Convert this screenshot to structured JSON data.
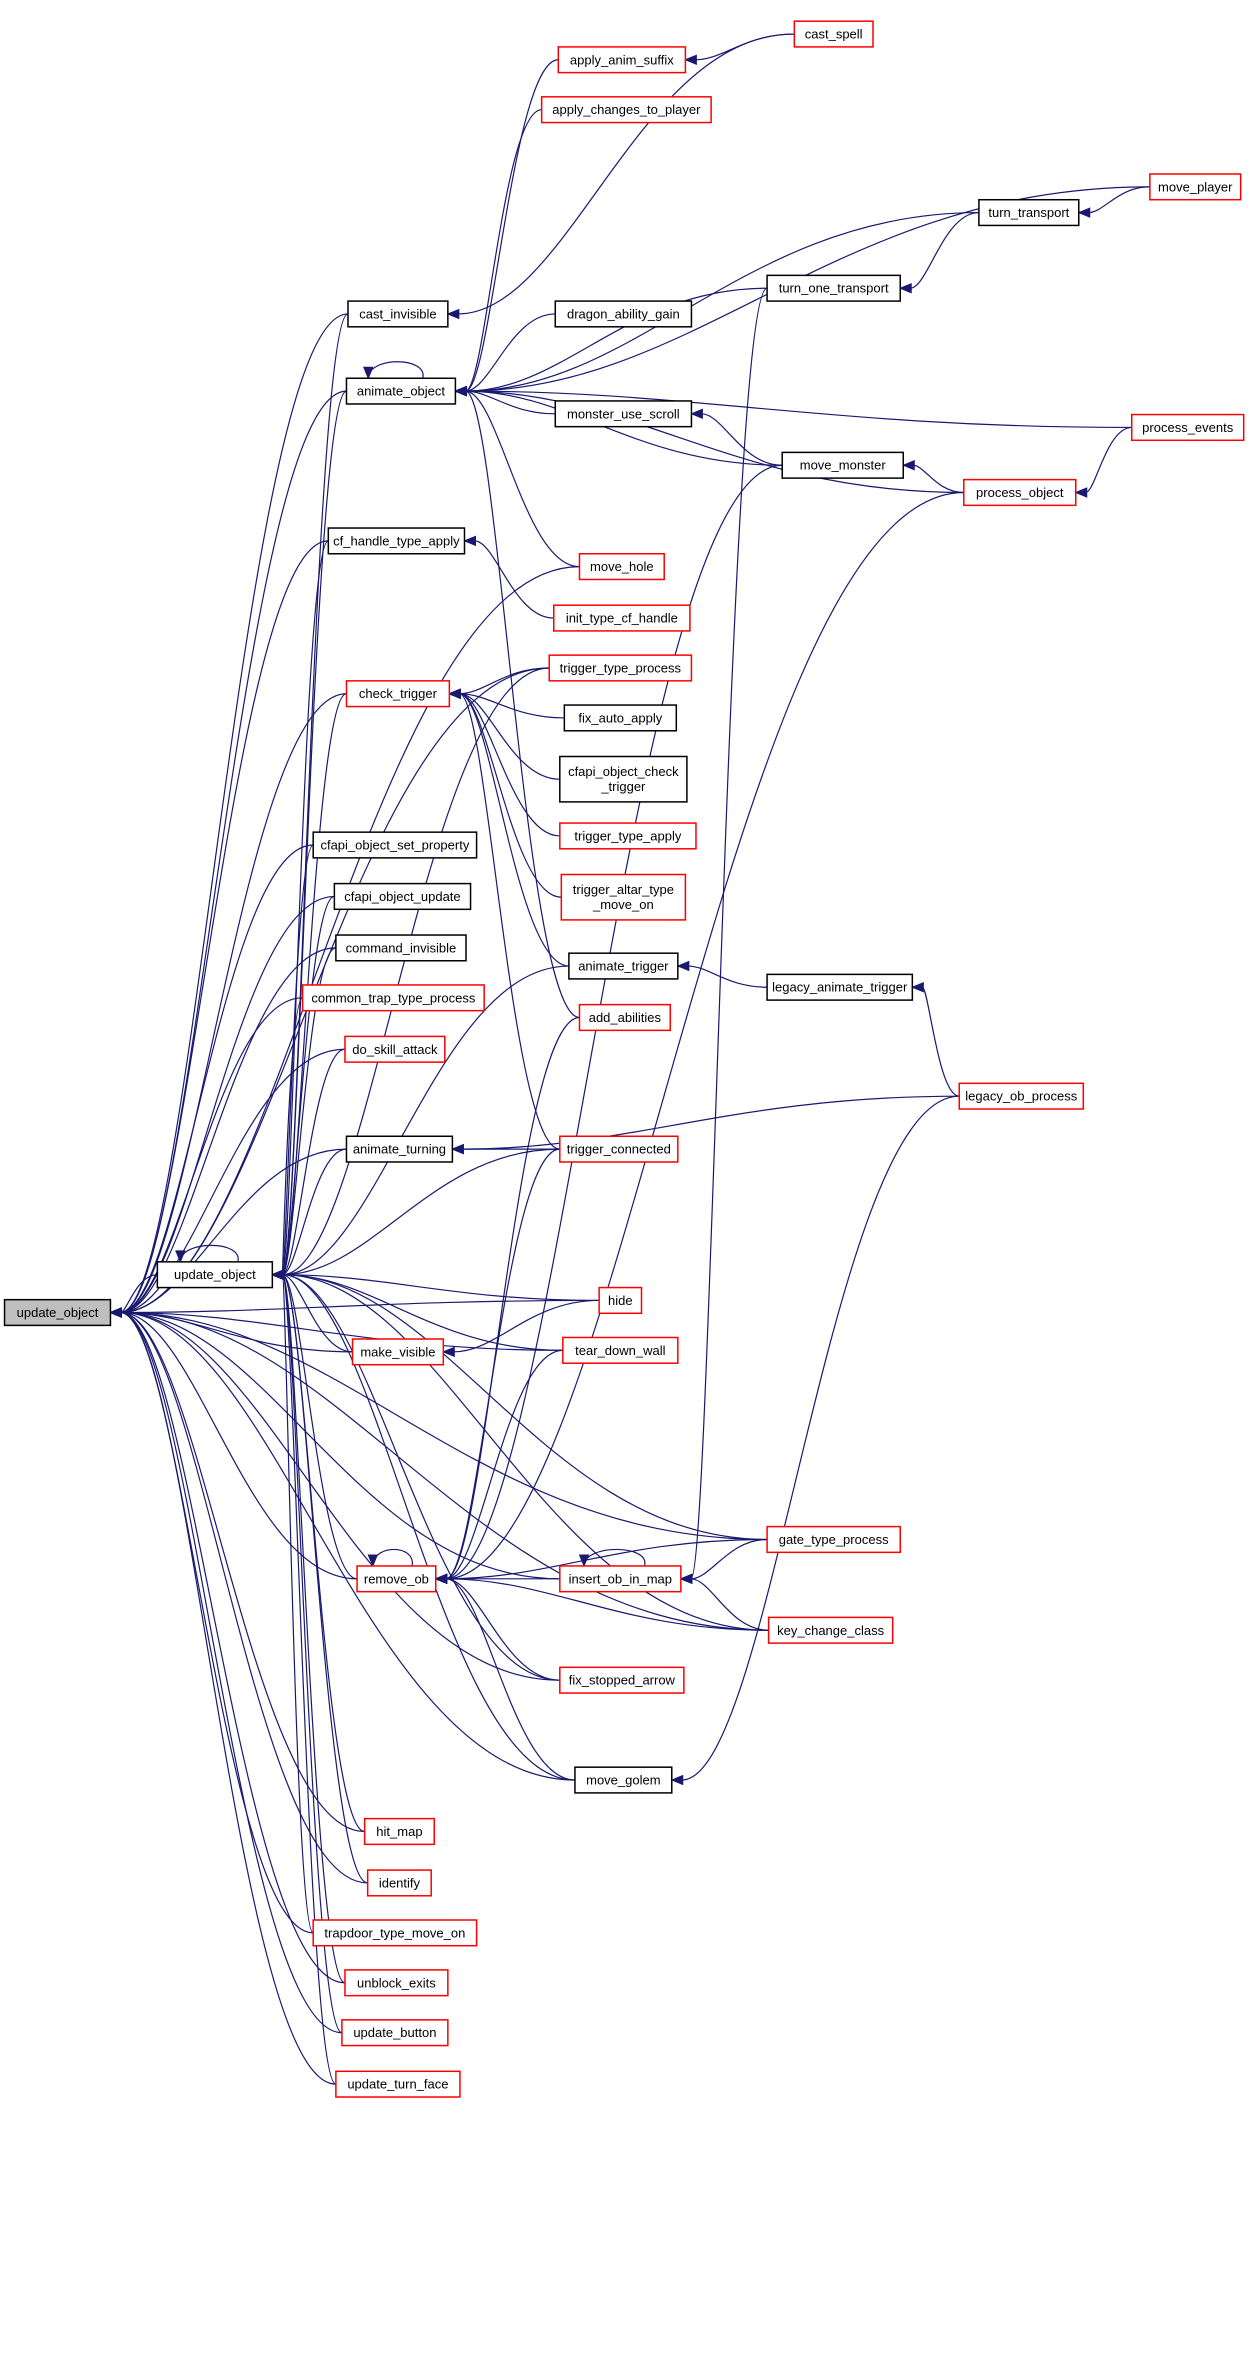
{
  "diagram": {
    "type": "call-graph",
    "title": "update_object caller graph",
    "colors": {
      "edge": "#191970",
      "truncated_border": "#ff0000",
      "normal_border": "#000000",
      "root_fill": "#bfbfbf"
    },
    "nodes": [
      {
        "id": "root",
        "label": "update_object",
        "style": "root"
      },
      {
        "id": "update_object2",
        "label": "update_object",
        "style": "normal"
      },
      {
        "id": "cast_spell",
        "label": "cast_spell",
        "style": "truncated"
      },
      {
        "id": "apply_anim_suffix",
        "label": "apply_anim_suffix",
        "style": "truncated"
      },
      {
        "id": "apply_changes_to_player",
        "label": "apply_changes_to_player",
        "style": "truncated"
      },
      {
        "id": "move_player",
        "label": "move_player",
        "style": "truncated"
      },
      {
        "id": "turn_transport",
        "label": "turn_transport",
        "style": "normal"
      },
      {
        "id": "cast_invisible",
        "label": "cast_invisible",
        "style": "normal"
      },
      {
        "id": "turn_one_transport",
        "label": "turn_one_transport",
        "style": "normal"
      },
      {
        "id": "dragon_ability_gain",
        "label": "dragon_ability_gain",
        "style": "normal"
      },
      {
        "id": "animate_object",
        "label": "animate_object",
        "style": "normal"
      },
      {
        "id": "monster_use_scroll",
        "label": "monster_use_scroll",
        "style": "normal"
      },
      {
        "id": "move_monster",
        "label": "move_monster",
        "style": "normal"
      },
      {
        "id": "process_events",
        "label": "process_events",
        "style": "truncated"
      },
      {
        "id": "process_object",
        "label": "process_object",
        "style": "truncated"
      },
      {
        "id": "cf_handle_type_apply",
        "label": "cf_handle_type_apply",
        "style": "normal"
      },
      {
        "id": "move_hole",
        "label": "move_hole",
        "style": "truncated"
      },
      {
        "id": "init_type_cf_handle",
        "label": "init_type_cf_handle",
        "style": "truncated"
      },
      {
        "id": "trigger_type_process",
        "label": "trigger_type_process",
        "style": "truncated"
      },
      {
        "id": "check_trigger",
        "label": "check_trigger",
        "style": "truncated"
      },
      {
        "id": "fix_auto_apply",
        "label": "fix_auto_apply",
        "style": "normal"
      },
      {
        "id": "cfapi_object_check_trigger",
        "label": "cfapi_object_check\n_trigger",
        "style": "normal"
      },
      {
        "id": "cfapi_object_set_property",
        "label": "cfapi_object_set_property",
        "style": "normal"
      },
      {
        "id": "trigger_type_apply",
        "label": "trigger_type_apply",
        "style": "truncated"
      },
      {
        "id": "cfapi_object_update",
        "label": "cfapi_object_update",
        "style": "normal"
      },
      {
        "id": "trigger_altar_type_move_on",
        "label": "trigger_altar_type\n_move_on",
        "style": "truncated"
      },
      {
        "id": "command_invisible",
        "label": "command_invisible",
        "style": "normal"
      },
      {
        "id": "animate_trigger",
        "label": "animate_trigger",
        "style": "normal"
      },
      {
        "id": "legacy_animate_trigger",
        "label": "legacy_animate_trigger",
        "style": "normal"
      },
      {
        "id": "common_trap_type_process",
        "label": "common_trap_type_process",
        "style": "truncated"
      },
      {
        "id": "add_abilities",
        "label": "add_abilities",
        "style": "truncated"
      },
      {
        "id": "do_skill_attack",
        "label": "do_skill_attack",
        "style": "truncated"
      },
      {
        "id": "legacy_ob_process",
        "label": "legacy_ob_process",
        "style": "truncated"
      },
      {
        "id": "animate_turning",
        "label": "animate_turning",
        "style": "normal"
      },
      {
        "id": "trigger_connected",
        "label": "trigger_connected",
        "style": "truncated"
      },
      {
        "id": "hide",
        "label": "hide",
        "style": "truncated"
      },
      {
        "id": "make_visible",
        "label": "make_visible",
        "style": "truncated"
      },
      {
        "id": "tear_down_wall",
        "label": "tear_down_wall",
        "style": "truncated"
      },
      {
        "id": "remove_ob",
        "label": "remove_ob",
        "style": "truncated"
      },
      {
        "id": "insert_ob_in_map",
        "label": "insert_ob_in_map",
        "style": "truncated"
      },
      {
        "id": "gate_type_process",
        "label": "gate_type_process",
        "style": "truncated"
      },
      {
        "id": "key_change_class",
        "label": "key_change_class",
        "style": "truncated"
      },
      {
        "id": "fix_stopped_arrow",
        "label": "fix_stopped_arrow",
        "style": "truncated"
      },
      {
        "id": "move_golem",
        "label": "move_golem",
        "style": "normal"
      },
      {
        "id": "hit_map",
        "label": "hit_map",
        "style": "truncated"
      },
      {
        "id": "identify",
        "label": "identify",
        "style": "truncated"
      },
      {
        "id": "trapdoor_type_move_on",
        "label": "trapdoor_type_move_on",
        "style": "truncated"
      },
      {
        "id": "unblock_exits",
        "label": "unblock_exits",
        "style": "truncated"
      },
      {
        "id": "update_button",
        "label": "update_button",
        "style": "truncated"
      },
      {
        "id": "update_turn_face",
        "label": "update_turn_face",
        "style": "truncated"
      }
    ],
    "edges": [
      [
        "cast_spell",
        "apply_anim_suffix"
      ],
      [
        "cast_spell",
        "cast_invisible"
      ],
      [
        "move_player",
        "turn_transport"
      ],
      [
        "move_player",
        "animate_object"
      ],
      [
        "turn_transport",
        "turn_one_transport"
      ],
      [
        "turn_transport",
        "animate_object"
      ],
      [
        "turn_one_transport",
        "animate_object"
      ],
      [
        "turn_one_transport",
        "insert_ob_in_map"
      ],
      [
        "apply_anim_suffix",
        "animate_object"
      ],
      [
        "apply_changes_to_player",
        "animate_object"
      ],
      [
        "dragon_ability_gain",
        "animate_object"
      ],
      [
        "monster_use_scroll",
        "animate_object"
      ],
      [
        "move_monster",
        "monster_use_scroll"
      ],
      [
        "move_monster",
        "animate_object"
      ],
      [
        "move_monster",
        "remove_ob"
      ],
      [
        "process_events",
        "process_object"
      ],
      [
        "process_events",
        "animate_object"
      ],
      [
        "process_object",
        "move_monster"
      ],
      [
        "process_object",
        "animate_object"
      ],
      [
        "process_object",
        "remove_ob"
      ],
      [
        "animate_object",
        "animate_object"
      ],
      [
        "animate_object",
        "update_object2"
      ],
      [
        "move_hole",
        "animate_object"
      ],
      [
        "move_hole",
        "root"
      ],
      [
        "cast_invisible",
        "root"
      ],
      [
        "cast_invisible",
        "update_object2"
      ],
      [
        "animate_object",
        "root"
      ],
      [
        "cf_handle_type_apply",
        "root"
      ],
      [
        "cf_handle_type_apply",
        "update_object2"
      ],
      [
        "init_type_cf_handle",
        "cf_handle_type_apply"
      ],
      [
        "trigger_type_process",
        "check_trigger"
      ],
      [
        "trigger_type_process",
        "root"
      ],
      [
        "trigger_type_process",
        "update_object2"
      ],
      [
        "check_trigger",
        "root"
      ],
      [
        "check_trigger",
        "update_object2"
      ],
      [
        "fix_auto_apply",
        "check_trigger"
      ],
      [
        "cfapi_object_check_trigger",
        "check_trigger"
      ],
      [
        "trigger_type_apply",
        "check_trigger"
      ],
      [
        "trigger_altar_type_move_on",
        "check_trigger"
      ],
      [
        "animate_trigger",
        "check_trigger"
      ],
      [
        "add_abilities",
        "animate_object"
      ],
      [
        "trigger_connected",
        "check_trigger"
      ],
      [
        "cfapi_object_set_property",
        "root"
      ],
      [
        "cfapi_object_set_property",
        "update_object2"
      ],
      [
        "cfapi_object_update",
        "root"
      ],
      [
        "cfapi_object_update",
        "update_object2"
      ],
      [
        "command_invisible",
        "root"
      ],
      [
        "command_invisible",
        "update_object2"
      ],
      [
        "common_trap_type_process",
        "root"
      ],
      [
        "common_trap_type_process",
        "update_object2"
      ],
      [
        "do_skill_attack",
        "root"
      ],
      [
        "do_skill_attack",
        "update_object2"
      ],
      [
        "animate_trigger",
        "update_object2"
      ],
      [
        "legacy_animate_trigger",
        "animate_trigger"
      ],
      [
        "legacy_ob_process",
        "legacy_animate_trigger"
      ],
      [
        "legacy_ob_process",
        "animate_turning"
      ],
      [
        "animate_turning",
        "root"
      ],
      [
        "animate_turning",
        "update_object2"
      ],
      [
        "trigger_connected",
        "animate_turning"
      ],
      [
        "trigger_connected",
        "update_object2"
      ],
      [
        "update_object2",
        "update_object2"
      ],
      [
        "update_object2",
        "root"
      ],
      [
        "hide",
        "update_object2"
      ],
      [
        "hide",
        "make_visible"
      ],
      [
        "hide",
        "root"
      ],
      [
        "make_visible",
        "update_object2"
      ],
      [
        "make_visible",
        "root"
      ],
      [
        "tear_down_wall",
        "root"
      ],
      [
        "tear_down_wall",
        "update_object2"
      ],
      [
        "tear_down_wall",
        "remove_ob"
      ],
      [
        "remove_ob",
        "remove_ob"
      ],
      [
        "remove_ob",
        "update_object2"
      ],
      [
        "remove_ob",
        "root"
      ],
      [
        "insert_ob_in_map",
        "insert_ob_in_map"
      ],
      [
        "insert_ob_in_map",
        "remove_ob"
      ],
      [
        "insert_ob_in_map",
        "root"
      ],
      [
        "gate_type_process",
        "insert_ob_in_map"
      ],
      [
        "gate_type_process",
        "remove_ob"
      ],
      [
        "gate_type_process",
        "update_object2"
      ],
      [
        "gate_type_process",
        "root"
      ],
      [
        "key_change_class",
        "insert_ob_in_map"
      ],
      [
        "key_change_class",
        "remove_ob"
      ],
      [
        "key_change_class",
        "update_object2"
      ],
      [
        "key_change_class",
        "root"
      ],
      [
        "fix_stopped_arrow",
        "remove_ob"
      ],
      [
        "fix_stopped_arrow",
        "update_object2"
      ],
      [
        "fix_stopped_arrow",
        "root"
      ],
      [
        "move_golem",
        "remove_ob"
      ],
      [
        "move_golem",
        "update_object2"
      ],
      [
        "move_golem",
        "root"
      ],
      [
        "legacy_ob_process",
        "move_golem"
      ],
      [
        "hit_map",
        "root"
      ],
      [
        "hit_map",
        "update_object2"
      ],
      [
        "identify",
        "root"
      ],
      [
        "identify",
        "update_object2"
      ],
      [
        "trapdoor_type_move_on",
        "root"
      ],
      [
        "trapdoor_type_move_on",
        "update_object2"
      ],
      [
        "unblock_exits",
        "root"
      ],
      [
        "unblock_exits",
        "update_object2"
      ],
      [
        "update_button",
        "root"
      ],
      [
        "update_button",
        "update_object2"
      ],
      [
        "update_turn_face",
        "root"
      ],
      [
        "update_turn_face",
        "update_object2"
      ],
      [
        "add_abilities",
        "remove_ob"
      ],
      [
        "trigger_connected",
        "remove_ob"
      ]
    ]
  }
}
